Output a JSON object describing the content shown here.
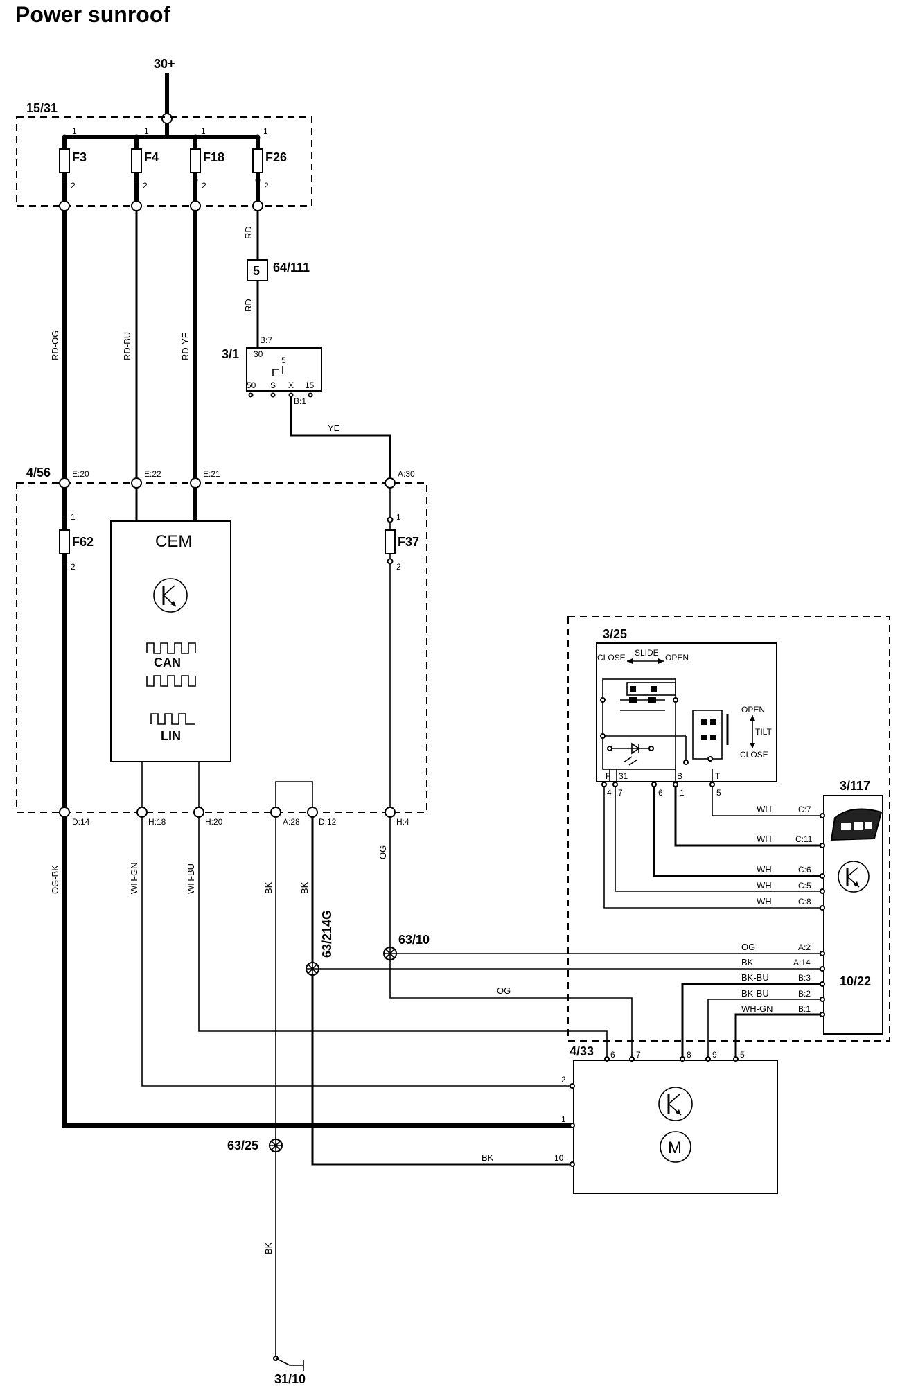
{
  "title": "Power sunroof",
  "supply": "30+",
  "ground_terminal": "31/10",
  "fuse_box": {
    "id": "15/31",
    "fuses": [
      {
        "name": "F3",
        "pin_in": "1",
        "pin_out": "2"
      },
      {
        "name": "F4",
        "pin_in": "1",
        "pin_out": "2"
      },
      {
        "name": "F18",
        "pin_in": "1",
        "pin_out": "2"
      },
      {
        "name": "F26",
        "pin_in": "1",
        "pin_out": "2"
      }
    ]
  },
  "connector_64_111": {
    "id": "64/111",
    "pin": "5"
  },
  "relay": {
    "id": "3/1",
    "pin_top": "B:7",
    "terminal_30": "30",
    "terminal_5": "5",
    "terminals": [
      "50",
      "S",
      "X",
      "15"
    ],
    "pin_bottom": "B:1"
  },
  "cem_module": {
    "id": "4/56",
    "title": "CEM",
    "bus_can": "CAN",
    "bus_lin": "LIN",
    "top_pins": [
      "E:20",
      "E:22",
      "E:21",
      "A:30"
    ],
    "bottom_pins": [
      "D:14",
      "H:18",
      "H:20",
      "A:28",
      "D:12",
      "H:4"
    ],
    "fuses": [
      {
        "name": "F62",
        "pin_in": "1",
        "pin_out": "2"
      },
      {
        "name": "F37",
        "pin_in": "1",
        "pin_out": "2"
      }
    ]
  },
  "wires": {
    "rd_og": "RD-OG",
    "rd_bu": "RD-BU",
    "rd_ye": "RD-YE",
    "rd_1": "RD",
    "rd_2": "RD",
    "ye": "YE",
    "og_bk": "OG-BK",
    "wh_gn": "WH-GN",
    "wh_bu": "WH-BU",
    "bk_1": "BK",
    "bk_2": "BK",
    "og_1": "OG",
    "og_2": "OG",
    "bk_3": "BK",
    "bk_4": "BK"
  },
  "splices": {
    "s_63_10": "63/10",
    "s_63_214g": "63/214G",
    "s_63_25": "63/25"
  },
  "switch": {
    "id": "3/25",
    "close_left": "CLOSE",
    "slide": "SLIDE",
    "open_right": "OPEN",
    "open_top": "OPEN",
    "tilt": "TILT",
    "close_bottom": "CLOSE",
    "terminals": [
      "F",
      "31",
      "B",
      "T"
    ],
    "pins": [
      "4",
      "7",
      "6",
      "1",
      "5"
    ]
  },
  "sunroof_module": {
    "id": "3/117",
    "sub_id": "10/22",
    "pins": [
      {
        "wire": "WH",
        "pin": "C:7"
      },
      {
        "wire": "WH",
        "pin": "C:11"
      },
      {
        "wire": "WH",
        "pin": "C:6"
      },
      {
        "wire": "WH",
        "pin": "C:5"
      },
      {
        "wire": "WH",
        "pin": "C:8"
      },
      {
        "wire": "OG",
        "pin": "A:2"
      },
      {
        "wire": "BK",
        "pin": "A:14"
      },
      {
        "wire": "BK-BU",
        "pin": "B:3"
      },
      {
        "wire": "BK-BU",
        "pin": "B:2"
      },
      {
        "wire": "WH-GN",
        "pin": "B:1"
      }
    ]
  },
  "motor_module": {
    "id": "4/33",
    "motor_symbol": "M",
    "top_pins": [
      "6",
      "7",
      "8",
      "9",
      "5"
    ],
    "side_pins": [
      "2",
      "1",
      "10"
    ]
  }
}
